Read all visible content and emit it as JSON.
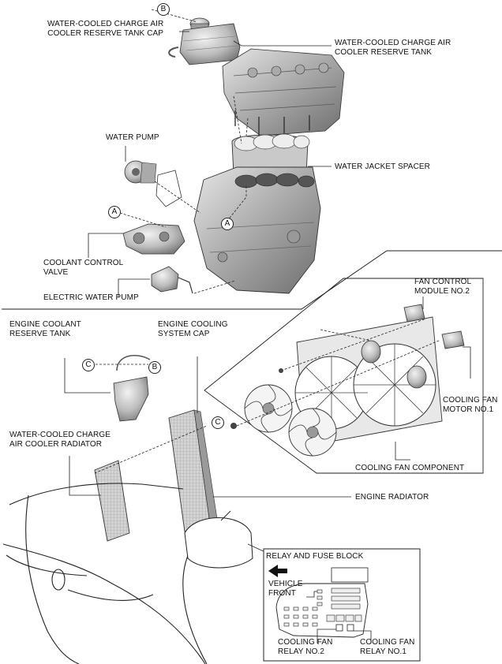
{
  "labels": {
    "wcca_tank_cap": "WATER-COOLED CHARGE AIR\nCOOLER RESERVE TANK CAP",
    "wcca_tank": "WATER-COOLED CHARGE AIR\nCOOLER RESERVE TANK",
    "water_pump": "WATER PUMP",
    "water_jacket_spacer": "WATER JACKET SPACER",
    "coolant_control_valve": "COOLANT CONTROL\nVALVE",
    "electric_water_pump": "ELECTRIC WATER PUMP",
    "fan_control_module": "FAN CONTROL\nMODULE No.2",
    "engine_coolant_reserve_tank": "ENGINE COOLANT\nRESERVE TANK",
    "engine_cooling_system_cap": "ENGINE COOLING\nSYSTEM CAP",
    "cooling_fan_motor": "COOLING FAN\nMOTOR No.1",
    "wcca_radiator": "WATER-COOLED CHARGE\nAIR COOLER RADIATOR",
    "cooling_fan_component": "COOLING FAN COMPONENT",
    "engine_radiator": "ENGINE RADIATOR",
    "relay_fuse_block": "RELAY AND FUSE BLOCK",
    "vehicle_front": "VEHICLE\nFRONT",
    "cooling_fan_relay_2": "COOLING FAN\nRELAY No.2",
    "cooling_fan_relay_1": "COOLING FAN\nRELAY No.1"
  },
  "refs": {
    "a": "A",
    "b": "B",
    "c": "C"
  },
  "colors": {
    "line": "#222222",
    "part_fill": "#d9d9d9",
    "part_dark": "#8a8a8a",
    "hatch": "#b0b0b0"
  }
}
